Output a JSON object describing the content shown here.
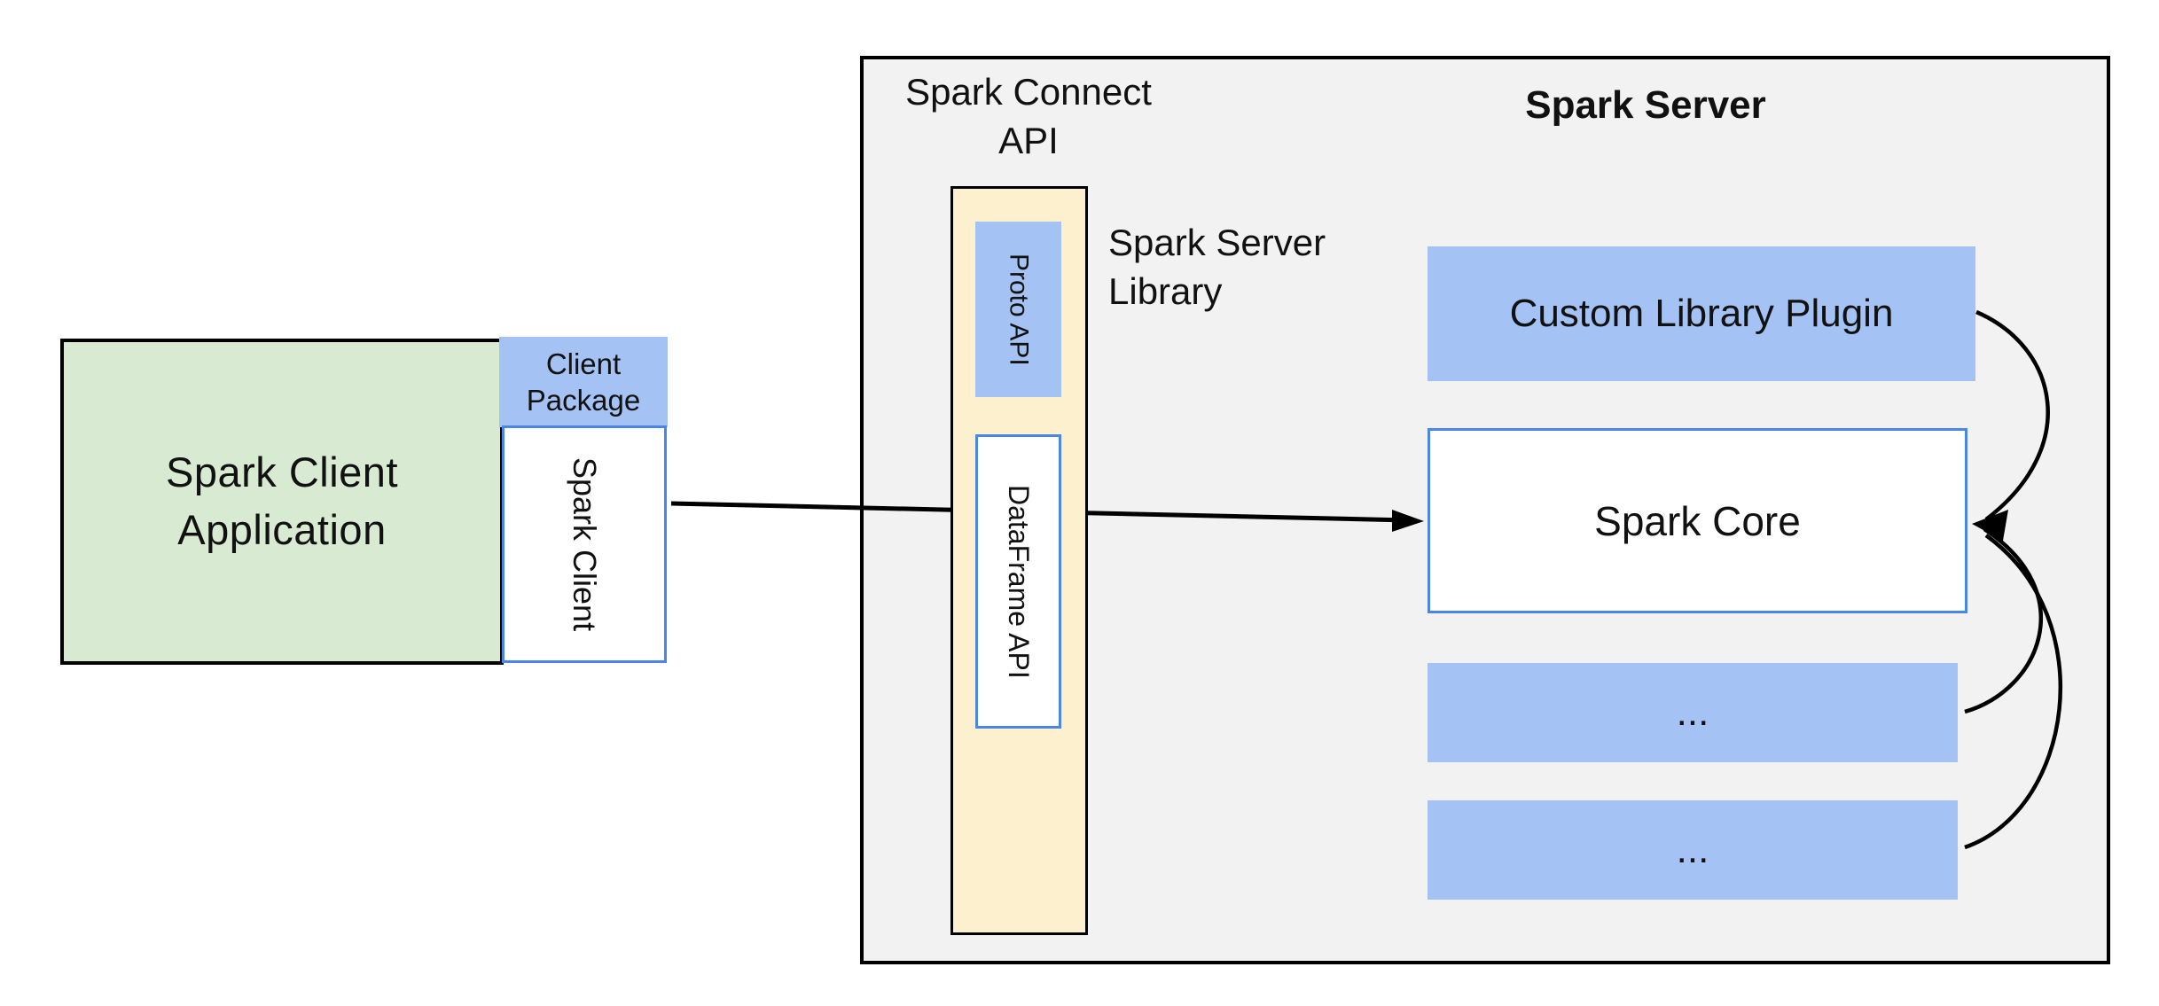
{
  "diagram": {
    "client_app": {
      "line1": "Spark Client",
      "line2": "Application"
    },
    "client_package": {
      "line1": "Client",
      "line2": "Package"
    },
    "spark_client": {
      "label": "Spark Client"
    },
    "connect_api": {
      "line1": "Spark Connect",
      "line2": "API"
    },
    "server": {
      "title": "Spark Server"
    },
    "server_library": {
      "line1": "Spark Server",
      "line2": "Library"
    },
    "proto_api": {
      "label": "Proto API"
    },
    "dataframe_api": {
      "label": "DataFrame API"
    },
    "custom_plugin": {
      "label": "Custom Library Plugin"
    },
    "spark_core": {
      "label": "Spark Core"
    },
    "plugin_slot_1": {
      "label": "..."
    },
    "plugin_slot_2": {
      "label": "..."
    },
    "colors": {
      "blue_fill": "#a4c2f4",
      "blue_border": "#4a86e8",
      "green_fill": "#d9ead3",
      "yellow_fill": "#fdf0cf",
      "gray_fill": "#f2f2f2",
      "line_black": "#000000",
      "text_black": "#111111"
    }
  }
}
